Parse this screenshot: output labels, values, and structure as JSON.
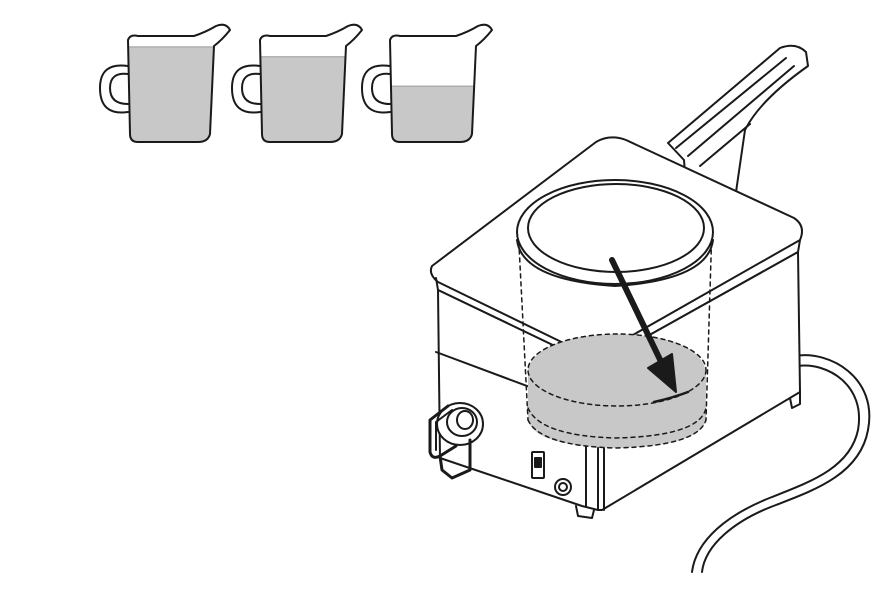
{
  "diagram": {
    "kind": "instruction-illustration",
    "colors": {
      "stroke": "#1a1a1a",
      "liquid": "#c8c8c8",
      "background": "#ffffff"
    },
    "pitchers": [
      {
        "id": "pitcher-1",
        "fill_level": 0.95
      },
      {
        "id": "pitcher-2",
        "fill_level": 0.85
      },
      {
        "id": "pitcher-3",
        "fill_level": 0.55
      }
    ],
    "water_level_fraction": 0.35,
    "icons": {
      "arrow": "arrow-down-right-icon",
      "power_switch": "toggle-switch-icon",
      "indicator": "indicator-light-icon",
      "thermostat_knob": "knob-icon"
    }
  }
}
